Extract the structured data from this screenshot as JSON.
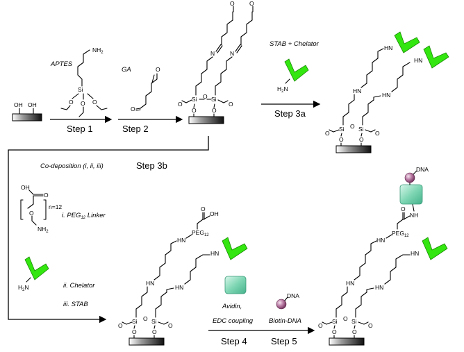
{
  "reagents": {
    "aptes": "APTES",
    "ga": "GA",
    "stab_chelator": "STAB + Chelator",
    "codeposition": "Co-deposition (i, ii, iii)",
    "peg_linker": "i. PEG",
    "peg_sub": "12",
    "peg_tail": " Linker",
    "chelator": "ii. Chelator",
    "stab": "iii. STAB",
    "avidin": "Avidin,",
    "edc": "EDC coupling",
    "biotin_dna": "Biotin-DNA"
  },
  "steps": {
    "s1": "Step 1",
    "s2": "Step 2",
    "s3a": "Step 3a",
    "s3b": "Step 3b",
    "s4": "Step 4",
    "s5": "Step 5"
  },
  "atoms": {
    "oh": "OH",
    "o": "O",
    "si": "Si",
    "n": "N",
    "nh": "NH",
    "hn": "HN",
    "nh2": "NH",
    "h2n": "H",
    "two": "2",
    "peg": "PEG",
    "peg_n": "12",
    "n12": "n=12",
    "dna": "DNA"
  },
  "colors": {
    "chelator": "#33e60f",
    "avidin": "#7fd6b4",
    "dna_bead": "#a45a8a"
  }
}
